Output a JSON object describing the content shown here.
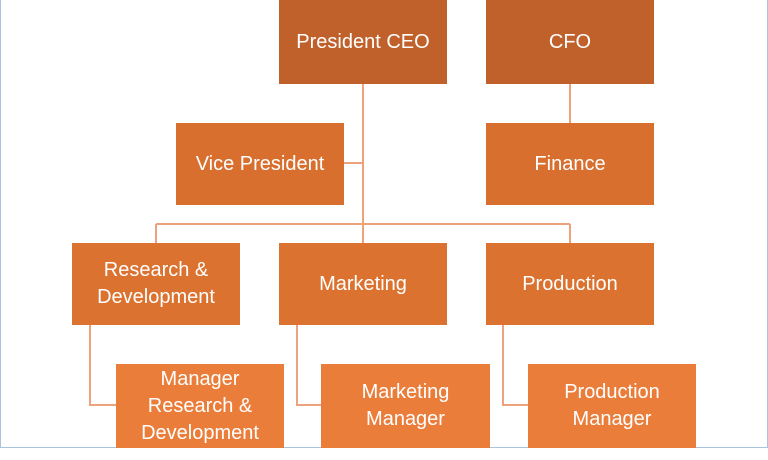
{
  "chart": {
    "nodes": {
      "president": "President CEO",
      "cfo": "CFO",
      "vice_president": "Vice President",
      "finance": "Finance",
      "rd": "Research &\nDevelopment",
      "marketing": "Marketing",
      "production": "Production",
      "manager_rd": "Manager\nResearch &\nDevelopment",
      "marketing_manager": "Marketing\nManager",
      "production_manager": "Production\nManager"
    },
    "colors": {
      "connector": "#eea27c",
      "level1": "#c0612b",
      "level2": "#d86f2e",
      "level3": "#db7230",
      "level4": "#eb7d3b"
    }
  }
}
